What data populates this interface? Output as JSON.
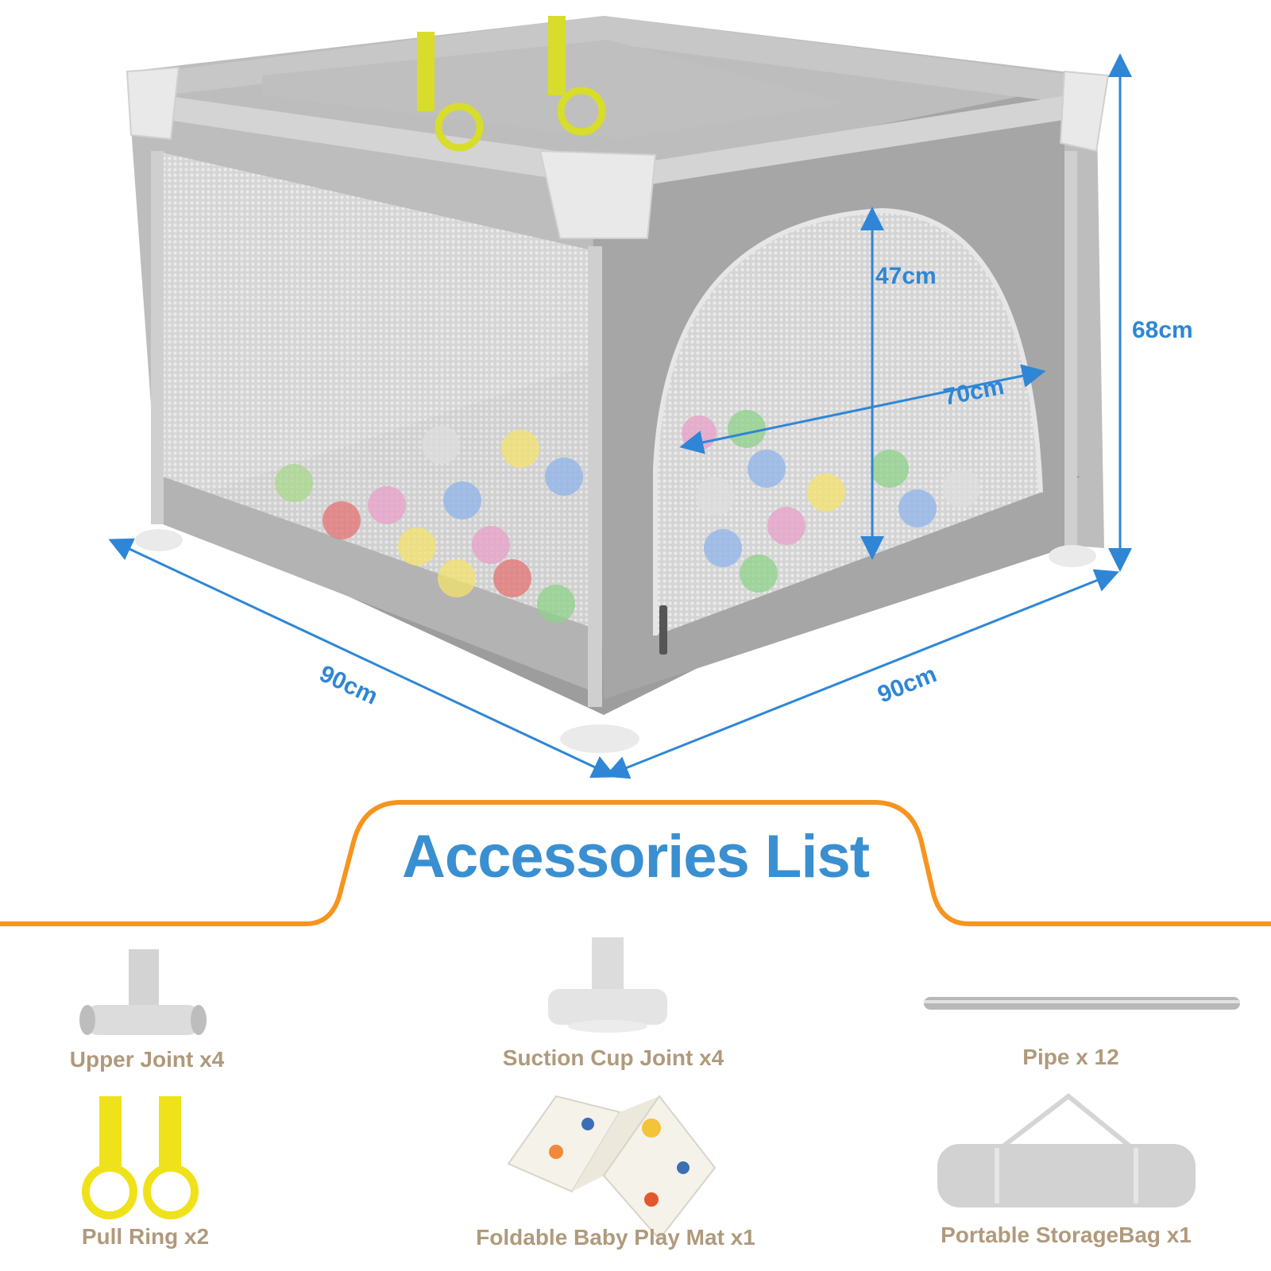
{
  "dimensions": {
    "height": "68cm",
    "door_height": "47cm",
    "door_width": "70cm",
    "length_left": "90cm",
    "length_right": "90cm"
  },
  "accessories": {
    "title": "Accessories List",
    "items": [
      {
        "label": "Upper Joint x4",
        "icon": "upper-joint-icon"
      },
      {
        "label": "Suction Cup Joint x4",
        "icon": "suction-cup-joint-icon"
      },
      {
        "label": "Pipe x 12",
        "icon": "pipe-icon"
      },
      {
        "label": "Pull Ring x2",
        "icon": "pull-ring-icon"
      },
      {
        "label": "Foldable Baby Play Mat x1",
        "icon": "play-mat-icon"
      },
      {
        "label": "Portable StorageBag x1",
        "icon": "storage-bag-icon"
      }
    ]
  },
  "colors": {
    "accent_orange": "#f7941d",
    "dimension_blue": "#2f86d6",
    "title_blue": "#3a8fd0",
    "caption_tan": "#b09a7c",
    "frame_gray": "#a9a9a9"
  }
}
